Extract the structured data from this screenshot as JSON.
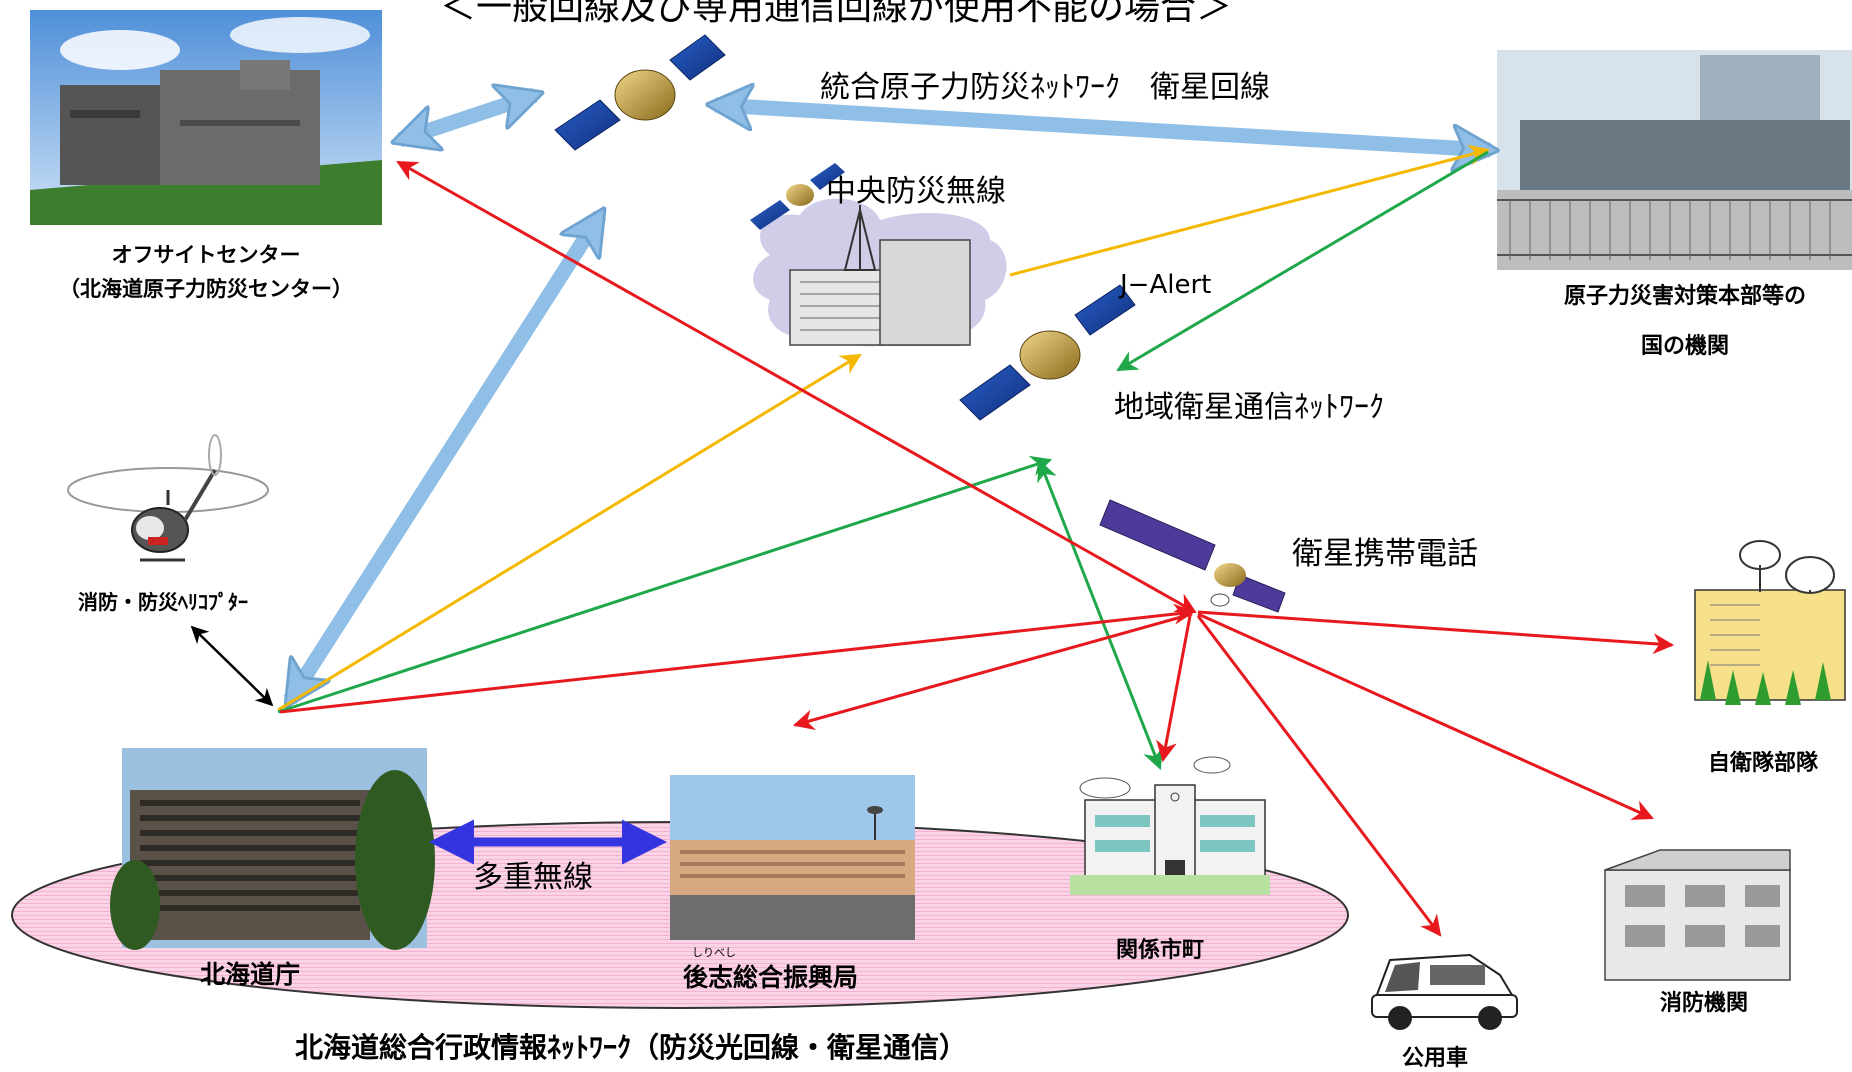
{
  "title": "＜一般回線及び専用通信回線が使用不能の場合＞",
  "nodes": {
    "offsite_center": {
      "line1": "オフサイトセンター",
      "line2": "（北海道原子力防災センター）"
    },
    "national_agency": {
      "line1": "原子力災害対策本部等の",
      "line2": "国の機関"
    },
    "central_disaster_radio": "中央防災無線",
    "j_alert": "J−Alert",
    "regional_satellite": "地域衛星通信ﾈｯﾄﾜｰｸ",
    "satellite_phone": "衛星携帯電話",
    "helicopter": "消防・防災ﾍﾘｺﾌﾟﾀｰ",
    "hokkaido_gov": "北海道庁",
    "shiribeshi_bureau": "後志総合振興局",
    "shiribeshi_ruby": "しりべし",
    "municipalities": "関係市町",
    "sdf": "自衛隊部隊",
    "fire_dept": "消防機関",
    "official_car": "公用車"
  },
  "links": {
    "integrated_satellite": "統合原子力防災ﾈｯﾄﾜｰｸ　衛星回線",
    "multiplex_radio": "多重無線"
  },
  "network_caption": "北海道総合行政情報ﾈｯﾄﾜｰｸ（防災光回線・衛星通信）",
  "colors": {
    "satellite_link": "#8fbfe6",
    "red_link": "#e8191e",
    "yellow_link": "#f5b800",
    "green_link": "#1fa84a",
    "multiplex_link": "#3434e0",
    "network_ellipse": "#f8c8e0"
  }
}
